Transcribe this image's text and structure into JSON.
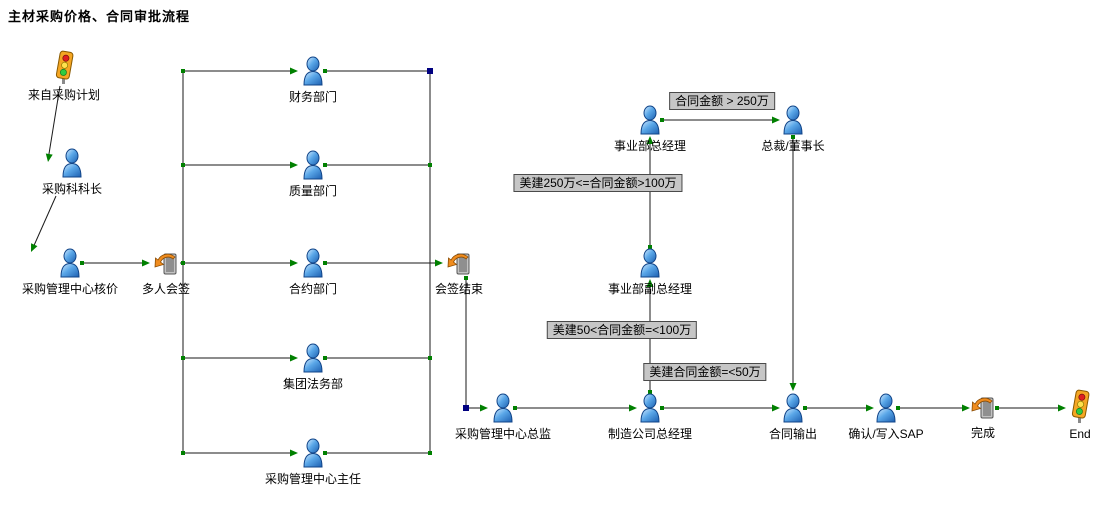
{
  "title": "主材采购价格、合同审批流程",
  "nodes": {
    "start": {
      "label": "来自采购计划",
      "type": "start-event"
    },
    "buyer_chief": {
      "label": "采购科科长",
      "type": "user-step"
    },
    "pricing": {
      "label": "采购管理中心核价",
      "type": "user-step"
    },
    "multi_sign": {
      "label": "多人会签",
      "type": "gateway"
    },
    "finance": {
      "label": "财务部门",
      "type": "user-step"
    },
    "quality": {
      "label": "质量部门",
      "type": "user-step"
    },
    "contract_dept": {
      "label": "合约部门",
      "type": "user-step"
    },
    "legal": {
      "label": "集团法务部",
      "type": "user-step"
    },
    "center_director": {
      "label": "采购管理中心主任",
      "type": "user-step"
    },
    "sign_end": {
      "label": "会签结束",
      "type": "gateway"
    },
    "center_chief": {
      "label": "采购管理中心总监",
      "type": "user-step"
    },
    "mfg_gm": {
      "label": "制造公司总经理",
      "type": "user-step"
    },
    "division_vgm": {
      "label": "事业部副总经理",
      "type": "user-step"
    },
    "division_gm": {
      "label": "事业部总经理",
      "type": "user-step"
    },
    "president": {
      "label": "总裁/董事长",
      "type": "user-step"
    },
    "contract_output": {
      "label": "合同输出",
      "type": "user-step"
    },
    "confirm_sap": {
      "label": "确认/写入SAP",
      "type": "user-step"
    },
    "finish": {
      "label": "完成",
      "type": "gateway"
    },
    "end": {
      "label": "End",
      "type": "end-event"
    }
  },
  "conditions": {
    "gt_250": "合同金额 > 250万",
    "between_100_250": "美建250万<=合同金额>100万",
    "between_50_100": "美建50<合同金额=<100万",
    "le_50": "美建合同金额=<50万"
  },
  "colors": {
    "arrow_green": "#008000",
    "junction_blue": "#000080",
    "condition_bg": "#c6c6c6",
    "line": "#1a1a1a"
  }
}
